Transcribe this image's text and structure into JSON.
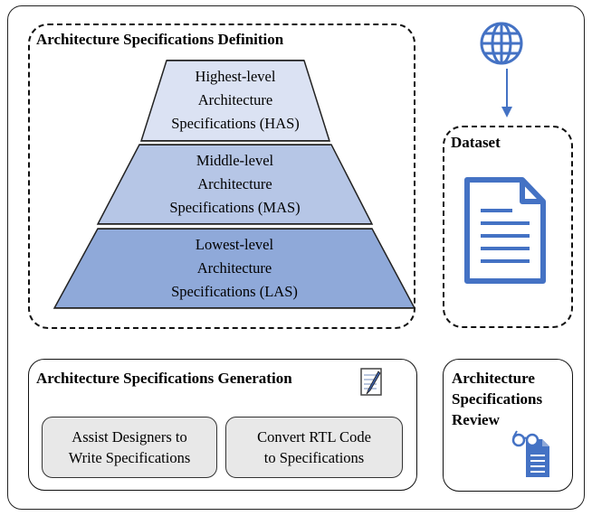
{
  "definition": {
    "title": "Architecture Specifications Definition",
    "tiers": [
      {
        "lines": [
          "Highest-level",
          "Architecture",
          "Specifications (HAS)"
        ],
        "color": "#dbe2f3"
      },
      {
        "lines": [
          "Middle-level",
          "Architecture",
          "Specifications (MAS)"
        ],
        "color": "#b6c6e6"
      },
      {
        "lines": [
          "Lowest-level",
          "Architecture",
          "Specifications (LAS)"
        ],
        "color": "#8fa9d9"
      }
    ]
  },
  "dataset": {
    "title": "Dataset",
    "globe_icon": "globe-icon",
    "document_icon": "document-icon",
    "accent": "#4472c4"
  },
  "generation": {
    "title": "Architecture Specifications Generation",
    "icon": "pen-document-icon",
    "options": [
      {
        "lines": [
          "Assist Designers to",
          "Write Specifications"
        ]
      },
      {
        "lines": [
          "Convert RTL Code",
          "to Specifications"
        ]
      }
    ]
  },
  "review": {
    "title_lines": [
      "Architecture",
      "Specifications",
      "Review"
    ],
    "icon": "glasses-document-icon"
  }
}
